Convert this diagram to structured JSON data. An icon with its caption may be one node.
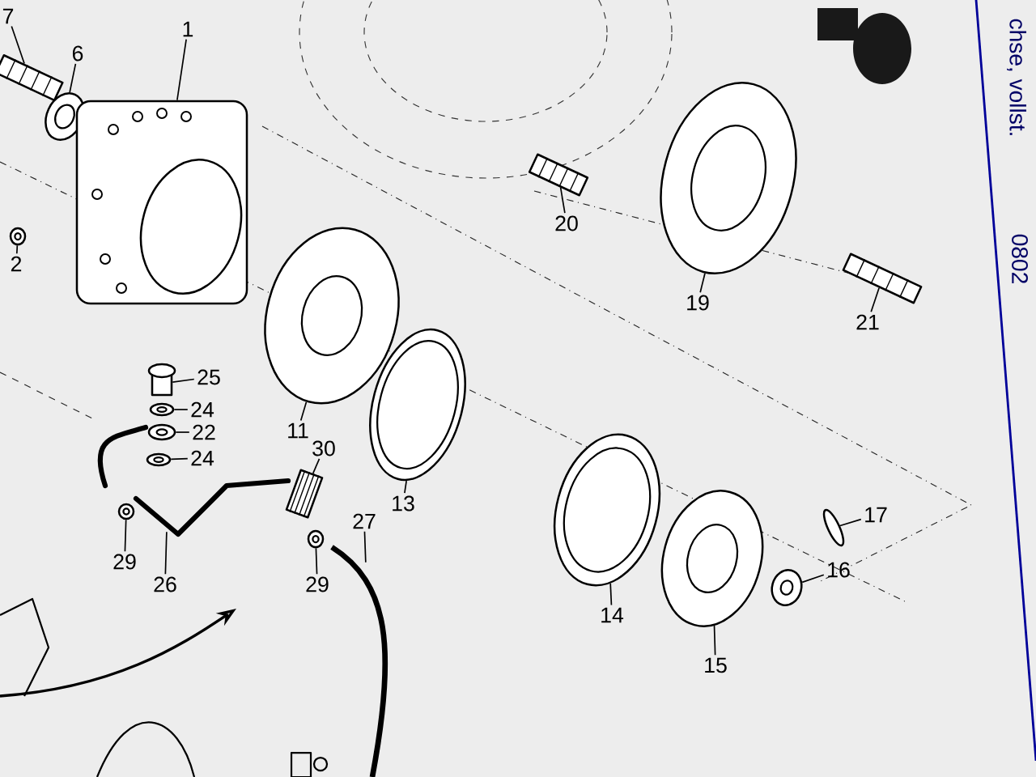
{
  "diagram": {
    "nodes": [
      {
        "text": [
          "7"
        ]
      },
      {
        "text": [],
        "shape": "picture"
      },
      {
        "text": [
          "6"
        ]
      },
      {
        "text": [],
        "shape": "picture"
      },
      {
        "text": [
          "1"
        ]
      },
      {
        "text": [],
        "shape": "picture"
      },
      {
        "text": [
          "2"
        ]
      },
      {
        "text": [],
        "shape": "picture"
      },
      {
        "text": [
          "25"
        ]
      },
      {
        "text": [],
        "shape": "box"
      },
      {
        "text": [
          "24"
        ]
      },
      {
        "text": [],
        "shape": "picture"
      },
      {
        "text": [
          "22"
        ]
      },
      {
        "text": [],
        "shape": "picture"
      },
      {
        "text": [
          "24"
        ]
      },
      {
        "text": [],
        "shape": "picture"
      },
      {
        "text": [
          "29"
        ]
      },
      {
        "text": [],
        "shape": "picture"
      },
      {
        "text": [
          "26"
        ]
      },
      {
        "text": [],
        "shape": "picture"
      },
      {
        "text": [
          "30"
        ]
      },
      {
        "text": [],
        "shape": "picture"
      },
      {
        "text": [
          "29"
        ]
      },
      {
        "text": [],
        "shape": "picture"
      },
      {
        "text": [
          "27"
        ]
      },
      {
        "text": [],
        "shape": "picture"
      },
      {
        "text": [
          "11"
        ]
      },
      {
        "text": [],
        "shape": "picture"
      },
      {
        "text": [
          "13"
        ]
      },
      {
        "text": [],
        "shape": "picture"
      },
      {
        "text": [
          "14"
        ]
      },
      {
        "text": [],
        "shape": "picture"
      },
      {
        "text": [
          "15"
        ]
      },
      {
        "text": [],
        "shape": "picture"
      },
      {
        "text": [
          "16"
        ]
      },
      {
        "text": [],
        "shape": "picture"
      },
      {
        "text": [
          "17"
        ]
      },
      {
        "text": [],
        "shape": "picture"
      },
      {
        "text": [
          "20"
        ]
      },
      {
        "text": [],
        "shape": "picture"
      },
      {
        "text": [
          "19"
        ]
      },
      {
        "text": [],
        "shape": "picture"
      },
      {
        "text": [
          "21"
        ]
      },
      {
        "text": [],
        "shape": "picture"
      }
    ],
    "edges": [
      {
        "from": 0,
        "to": 1,
        "arrow": "none"
      },
      {
        "from": 2,
        "to": 3,
        "arrow": "none"
      },
      {
        "from": 4,
        "to": 5,
        "arrow": "none"
      },
      {
        "from": 6,
        "to": 7,
        "arrow": "none"
      },
      {
        "from": 8,
        "to": 9,
        "arrow": "none"
      },
      {
        "from": 10,
        "to": 11,
        "arrow": "none"
      },
      {
        "from": 12,
        "to": 13,
        "arrow": "none"
      },
      {
        "from": 14,
        "to": 15,
        "arrow": "none"
      },
      {
        "from": 16,
        "to": 17,
        "arrow": "none"
      },
      {
        "from": 18,
        "to": 19,
        "arrow": "none"
      },
      {
        "from": 20,
        "to": 21,
        "arrow": "none"
      },
      {
        "from": 22,
        "to": 23,
        "arrow": "none"
      },
      {
        "from": 24,
        "to": 25,
        "arrow": "none"
      },
      {
        "from": 26,
        "to": 27,
        "arrow": "none"
      },
      {
        "from": 28,
        "to": 29,
        "arrow": "none"
      },
      {
        "from": 30,
        "to": 31,
        "arrow": "none"
      },
      {
        "from": 32,
        "to": 33,
        "arrow": "none"
      },
      {
        "from": 34,
        "to": 35,
        "arrow": "none"
      },
      {
        "from": 36,
        "to": 37,
        "arrow": "none"
      },
      {
        "from": 38,
        "to": 39,
        "arrow": "none"
      },
      {
        "from": 40,
        "to": 41,
        "arrow": "none"
      },
      {
        "from": 42,
        "to": 43,
        "arrow": "none"
      }
    ],
    "labels": [
      "chse, vollst.",
      "0802"
    ]
  }
}
